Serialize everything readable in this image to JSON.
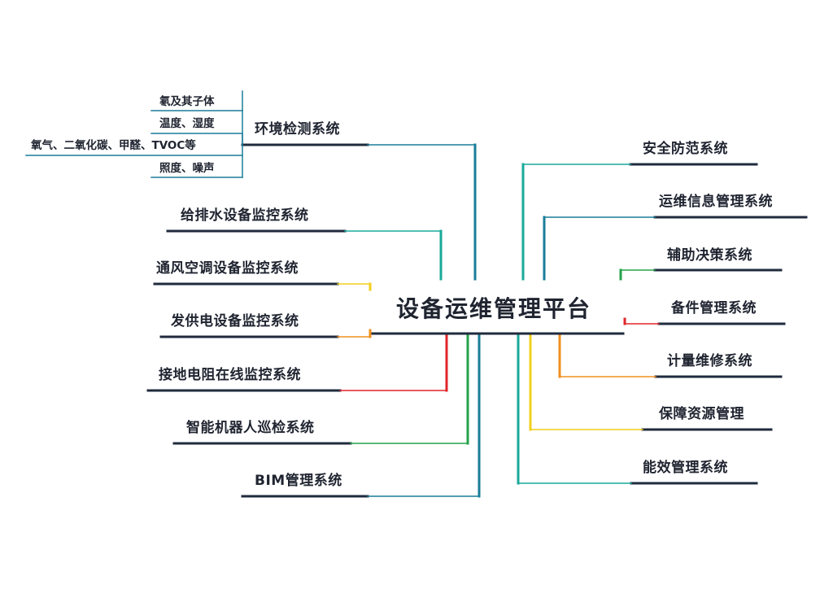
{
  "center": {
    "label": "设备运维管理平台"
  },
  "left": [
    {
      "label": "环境检测系统",
      "color": "#1a7d99"
    },
    {
      "label": "给排水设备监控系统",
      "color": "#1aa99a"
    },
    {
      "label": "通风空调设备监控系统",
      "color": "#f2cf1d"
    },
    {
      "label": "发供电设备监控系统",
      "color": "#f0901e"
    },
    {
      "label": "接地电阻在线监控系统",
      "color": "#e0262a"
    },
    {
      "label": "智能机器人巡检系统",
      "color": "#25a34a"
    },
    {
      "label": "BIM管理系统",
      "color": "#1a7d99"
    }
  ],
  "env_subitems": [
    {
      "label": "氡及其子体"
    },
    {
      "label": "温度、湿度"
    },
    {
      "label": "氧气、二氧化碳、甲醛、TVOC等"
    },
    {
      "label": "照度、噪声"
    }
  ],
  "right": [
    {
      "label": "安全防范系统",
      "color": "#1aa99a"
    },
    {
      "label": "运维信息管理系统",
      "color": "#1a7d99"
    },
    {
      "label": "辅助决策系统",
      "color": "#25a34a"
    },
    {
      "label": "备件管理系统",
      "color": "#e0262a"
    },
    {
      "label": "计量维修系统",
      "color": "#f0901e"
    },
    {
      "label": "保障资源管理",
      "color": "#f2cf1d"
    },
    {
      "label": "能效管理系统",
      "color": "#1aa99a"
    }
  ],
  "colors": {
    "dark_line": "#1f2b3d",
    "sub_line": "#1a7d99",
    "text": "#1f2430"
  }
}
